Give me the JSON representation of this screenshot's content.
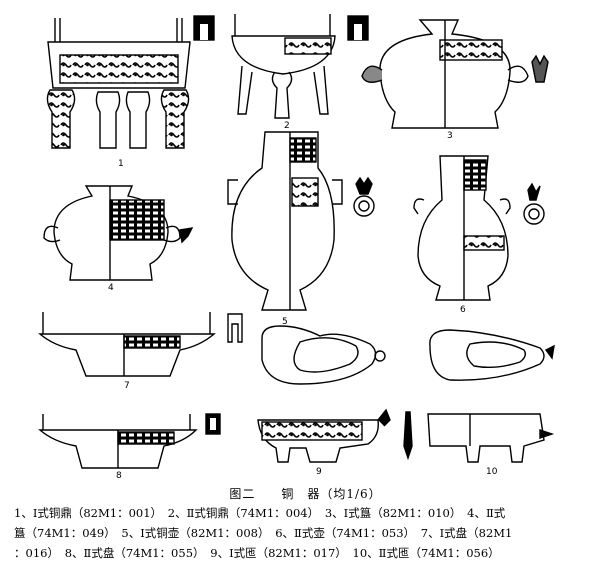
{
  "figure": {
    "title": "图二　　铜　器（均1/6）",
    "numbers": [
      "1",
      "2",
      "3",
      "4",
      "5",
      "6",
      "7",
      "8",
      "9",
      "10"
    ],
    "caption_lines": [
      "1、Ⅰ式铜鼎（82M1：001）　2、Ⅱ式铜鼎（74M1：004）　3、Ⅰ式簋（82M1：010）　4、Ⅱ式",
      "簋（74M1：049）　5、Ⅰ式铜壶（82M1：008）　6、Ⅱ式壶（74M1：053）　7、Ⅰ式盘（82M1",
      "：016）　8、Ⅱ式盘（74M1：055）　9、Ⅰ式匜（82M1：017）　10、Ⅱ式匜（74M1：056）"
    ]
  }
}
